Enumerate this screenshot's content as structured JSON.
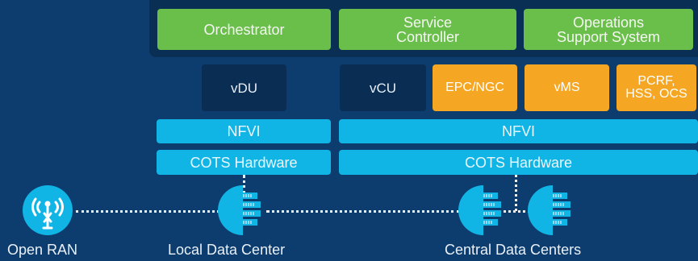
{
  "top_row": {
    "orchestrator": "Orchestrator",
    "service_controller": [
      "Service",
      "Controller"
    ],
    "oss": [
      "Operations",
      "Support System"
    ]
  },
  "functions": {
    "vdu": "vDU",
    "vcu": "vCU",
    "epc": "EPC/NGC",
    "vms": "vMS",
    "pcrf": [
      "PCRF,",
      "HSS, OCS"
    ]
  },
  "local_stack": {
    "nfvi": "NFVI",
    "cots": "COTS Hardware"
  },
  "central_stack": {
    "nfvi": "NFVI",
    "cots": "COTS Hardware"
  },
  "bottom_labels": {
    "open_ran": "Open RAN",
    "local_dc": "Local Data Center",
    "central_dc": "Central Data Centers"
  },
  "colors": {
    "background": "#0c3d6e",
    "panel": "#0a2f55",
    "green": "#6abf4b",
    "navy": "#0a2d54",
    "orange": "#f5a623",
    "cyan": "#10b5e5"
  }
}
